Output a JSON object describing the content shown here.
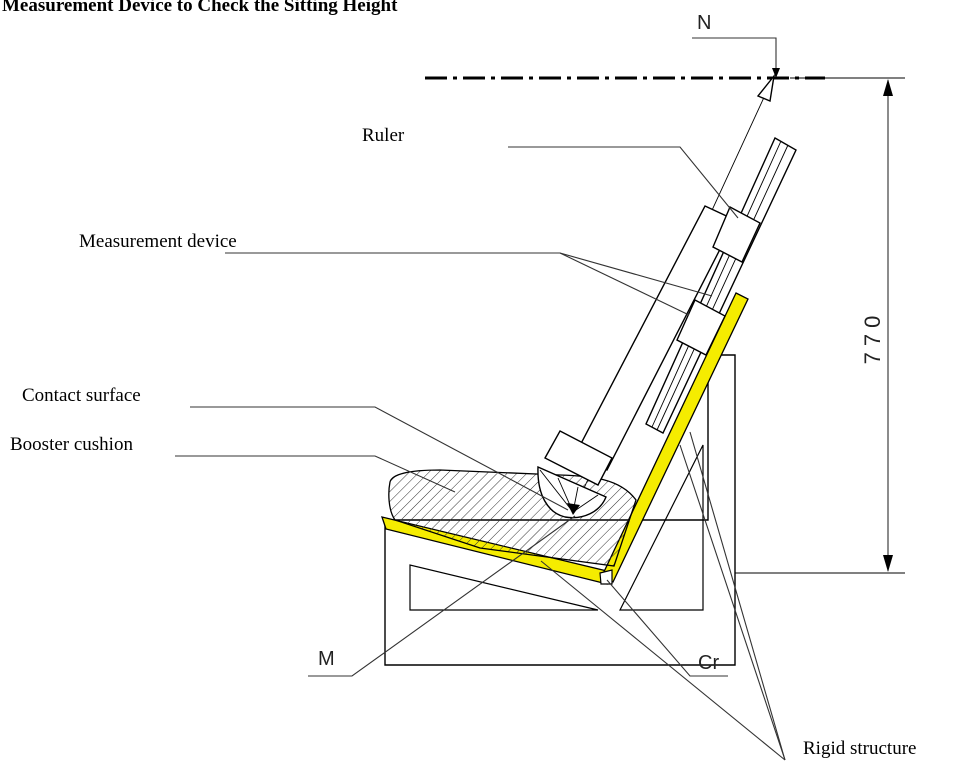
{
  "title": "Measurement Device to Check the Sitting Height",
  "labels": {
    "ruler": "Ruler",
    "measurement_device": "Measurement device",
    "contact_surface": "Contact surface",
    "booster_cushion": "Booster cushion",
    "rigid_structure": "Rigid structure",
    "point_n": "N",
    "point_m": "M",
    "point_cr": "Cr"
  },
  "dimension": {
    "value": "770"
  },
  "colors": {
    "rigid_structure": "#f5ec00",
    "lines": "#000000",
    "background": "#ffffff"
  }
}
